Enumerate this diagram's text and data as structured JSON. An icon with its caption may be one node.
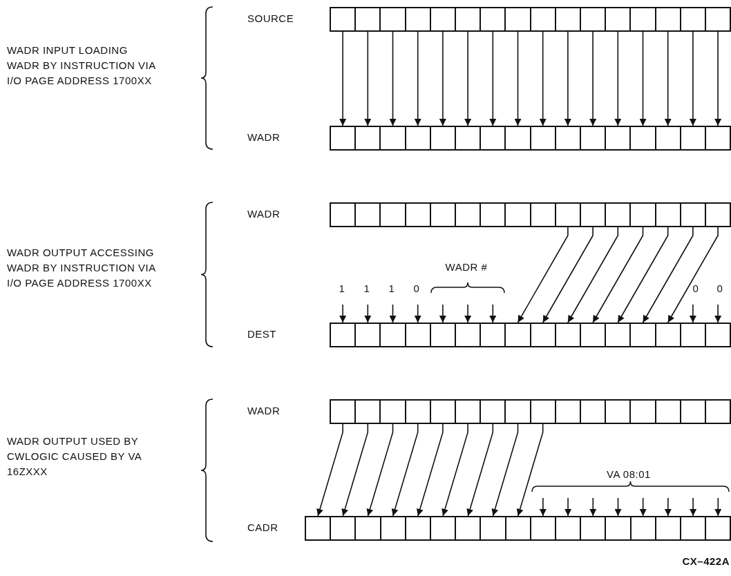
{
  "diagram": {
    "nodes": [
      {
        "text": [
          "SOURCE"
        ]
      },
      {
        "text": [],
        "shape": "box",
        "in": 0
      },
      {
        "text": [],
        "shape": "box",
        "in": 0
      },
      {
        "text": [],
        "shape": "box",
        "in": 0
      },
      {
        "text": [],
        "shape": "box",
        "in": 0
      },
      {
        "text": [],
        "shape": "box",
        "in": 0
      },
      {
        "text": [],
        "shape": "box",
        "in": 0
      },
      {
        "text": [],
        "shape": "box",
        "in": 0
      },
      {
        "text": [],
        "shape": "box",
        "in": 0
      },
      {
        "text": [],
        "shape": "box",
        "in": 0
      },
      {
        "text": [],
        "shape": "box",
        "in": 0
      },
      {
        "text": [],
        "shape": "box",
        "in": 0
      },
      {
        "text": [],
        "shape": "box",
        "in": 0
      },
      {
        "text": [],
        "shape": "box",
        "in": 0
      },
      {
        "text": [],
        "shape": "box",
        "in": 0
      },
      {
        "text": [],
        "shape": "box",
        "in": 0
      },
      {
        "text": [],
        "shape": "box",
        "in": 0
      },
      {
        "text": [
          "WADR"
        ]
      },
      {
        "text": [],
        "shape": "box",
        "in": 17
      },
      {
        "text": [],
        "shape": "box",
        "in": 17
      },
      {
        "text": [],
        "shape": "box",
        "in": 17
      },
      {
        "text": [],
        "shape": "box",
        "in": 17
      },
      {
        "text": [],
        "shape": "box",
        "in": 17
      },
      {
        "text": [],
        "shape": "box",
        "in": 17
      },
      {
        "text": [],
        "shape": "box",
        "in": 17
      },
      {
        "text": [],
        "shape": "box",
        "in": 17
      },
      {
        "text": [],
        "shape": "box",
        "in": 17
      },
      {
        "text": [],
        "shape": "box",
        "in": 17
      },
      {
        "text": [],
        "shape": "box",
        "in": 17
      },
      {
        "text": [],
        "shape": "box",
        "in": 17
      },
      {
        "text": [],
        "shape": "box",
        "in": 17
      },
      {
        "text": [],
        "shape": "box",
        "in": 17
      },
      {
        "text": [],
        "shape": "box",
        "in": 17
      },
      {
        "text": [],
        "shape": "box",
        "in": 17
      },
      {
        "text": [
          "WADR"
        ]
      },
      {
        "text": [],
        "shape": "box",
        "in": 34
      },
      {
        "text": [],
        "shape": "box",
        "in": 34
      },
      {
        "text": [],
        "shape": "box",
        "in": 34
      },
      {
        "text": [],
        "shape": "box",
        "in": 34
      },
      {
        "text": [],
        "shape": "box",
        "in": 34
      },
      {
        "text": [],
        "shape": "box",
        "in": 34
      },
      {
        "text": [],
        "shape": "box",
        "in": 34
      },
      {
        "text": [],
        "shape": "box",
        "in": 34
      },
      {
        "text": [],
        "shape": "box",
        "in": 34
      },
      {
        "text": [],
        "shape": "box",
        "in": 34
      },
      {
        "text": [],
        "shape": "box",
        "in": 34
      },
      {
        "text": [],
        "shape": "box",
        "in": 34
      },
      {
        "text": [],
        "shape": "box",
        "in": 34
      },
      {
        "text": [],
        "shape": "box",
        "in": 34
      },
      {
        "text": [],
        "shape": "box",
        "in": 34
      },
      {
        "text": [],
        "shape": "box",
        "in": 34
      },
      {
        "text": [
          "DEST"
        ]
      },
      {
        "text": [],
        "shape": "box",
        "in": 51
      },
      {
        "text": [],
        "shape": "box",
        "in": 51
      },
      {
        "text": [],
        "shape": "box",
        "in": 51
      },
      {
        "text": [],
        "shape": "box",
        "in": 51
      },
      {
        "text": [],
        "shape": "box",
        "in": 51
      },
      {
        "text": [],
        "shape": "box",
        "in": 51
      },
      {
        "text": [],
        "shape": "box",
        "in": 51
      },
      {
        "text": [],
        "shape": "box",
        "in": 51
      },
      {
        "text": [],
        "shape": "box",
        "in": 51
      },
      {
        "text": [],
        "shape": "box",
        "in": 51
      },
      {
        "text": [],
        "shape": "box",
        "in": 51
      },
      {
        "text": [],
        "shape": "box",
        "in": 51
      },
      {
        "text": [],
        "shape": "box",
        "in": 51
      },
      {
        "text": [],
        "shape": "box",
        "in": 51
      },
      {
        "text": [],
        "shape": "box",
        "in": 51
      },
      {
        "text": [],
        "shape": "box",
        "in": 51
      },
      {
        "text": [
          "WADR"
        ]
      },
      {
        "text": [],
        "shape": "box",
        "in": 68
      },
      {
        "text": [],
        "shape": "box",
        "in": 68
      },
      {
        "text": [],
        "shape": "box",
        "in": 68
      },
      {
        "text": [],
        "shape": "box",
        "in": 68
      },
      {
        "text": [],
        "shape": "box",
        "in": 68
      },
      {
        "text": [],
        "shape": "box",
        "in": 68
      },
      {
        "text": [],
        "shape": "box",
        "in": 68
      },
      {
        "text": [],
        "shape": "box",
        "in": 68
      },
      {
        "text": [],
        "shape": "box",
        "in": 68
      },
      {
        "text": [],
        "shape": "box",
        "in": 68
      },
      {
        "text": [],
        "shape": "box",
        "in": 68
      },
      {
        "text": [],
        "shape": "box",
        "in": 68
      },
      {
        "text": [],
        "shape": "box",
        "in": 68
      },
      {
        "text": [],
        "shape": "box",
        "in": 68
      },
      {
        "text": [],
        "shape": "box",
        "in": 68
      },
      {
        "text": [],
        "shape": "box",
        "in": 68
      },
      {
        "text": [
          "CADR"
        ]
      },
      {
        "text": [],
        "shape": "box",
        "in": 85
      },
      {
        "text": [],
        "shape": "box",
        "in": 85
      },
      {
        "text": [],
        "shape": "box",
        "in": 85
      },
      {
        "text": [],
        "shape": "box",
        "in": 85
      },
      {
        "text": [],
        "shape": "box",
        "in": 85
      },
      {
        "text": [],
        "shape": "box",
        "in": 85
      },
      {
        "text": [],
        "shape": "box",
        "in": 85
      },
      {
        "text": [],
        "shape": "box",
        "in": 85
      },
      {
        "text": [],
        "shape": "box",
        "in": 85
      },
      {
        "text": [],
        "shape": "box",
        "in": 85
      },
      {
        "text": [],
        "shape": "box",
        "in": 85
      },
      {
        "text": [],
        "shape": "box",
        "in": 85
      },
      {
        "text": [],
        "shape": "box",
        "in": 85
      },
      {
        "text": [],
        "shape": "box",
        "in": 85
      },
      {
        "text": [],
        "shape": "box",
        "in": 85
      },
      {
        "text": [],
        "shape": "box",
        "in": 85
      },
      {
        "text": [],
        "shape": "box",
        "in": 85
      }
    ],
    "edges": [
      {
        "from": 1,
        "to": 18,
        "arrow": "to"
      },
      {
        "from": 2,
        "to": 19,
        "arrow": "to"
      },
      {
        "from": 3,
        "to": 20,
        "arrow": "to"
      },
      {
        "from": 4,
        "to": 21,
        "arrow": "to"
      },
      {
        "from": 5,
        "to": 22,
        "arrow": "to"
      },
      {
        "from": 6,
        "to": 23,
        "arrow": "to"
      },
      {
        "from": 7,
        "to": 24,
        "arrow": "to"
      },
      {
        "from": 8,
        "to": 25,
        "arrow": "to"
      },
      {
        "from": 9,
        "to": 26,
        "arrow": "to"
      },
      {
        "from": 10,
        "to": 27,
        "arrow": "to"
      },
      {
        "from": 11,
        "to": 28,
        "arrow": "to"
      },
      {
        "from": 12,
        "to": 29,
        "arrow": "to"
      },
      {
        "from": 13,
        "to": 30,
        "arrow": "to"
      },
      {
        "from": 14,
        "to": 31,
        "arrow": "to"
      },
      {
        "from": 15,
        "to": 32,
        "arrow": "to"
      },
      {
        "from": 16,
        "to": 33,
        "arrow": "to"
      },
      {
        "from": null,
        "to": 52,
        "arrow": "to"
      },
      {
        "from": null,
        "to": 53,
        "arrow": "to"
      },
      {
        "from": null,
        "to": 54,
        "arrow": "to"
      },
      {
        "from": null,
        "to": 55,
        "arrow": "to"
      },
      {
        "from": null,
        "to": 56,
        "arrow": "to"
      },
      {
        "from": null,
        "to": 57,
        "arrow": "to"
      },
      {
        "from": null,
        "to": 58,
        "arrow": "to"
      },
      {
        "from": 44,
        "to": 59,
        "arrow": "to"
      },
      {
        "from": 45,
        "to": 60,
        "arrow": "to"
      },
      {
        "from": 46,
        "to": 61,
        "arrow": "to"
      },
      {
        "from": 47,
        "to": 62,
        "arrow": "to"
      },
      {
        "from": 48,
        "to": 63,
        "arrow": "to"
      },
      {
        "from": 49,
        "to": 64,
        "arrow": "to"
      },
      {
        "from": 50,
        "to": 65,
        "arrow": "to"
      },
      {
        "from": null,
        "to": 66,
        "arrow": "to"
      },
      {
        "from": null,
        "to": 67,
        "arrow": "to"
      },
      {
        "from": 69,
        "to": 86,
        "arrow": "to"
      },
      {
        "from": 70,
        "to": 87,
        "arrow": "to"
      },
      {
        "from": 71,
        "to": 88,
        "arrow": "to"
      },
      {
        "from": 72,
        "to": 89,
        "arrow": "to"
      },
      {
        "from": 73,
        "to": 90,
        "arrow": "to"
      },
      {
        "from": 74,
        "to": 91,
        "arrow": "to"
      },
      {
        "from": 75,
        "to": 92,
        "arrow": "to"
      },
      {
        "from": 76,
        "to": 93,
        "arrow": "to"
      },
      {
        "from": 77,
        "to": 94,
        "arrow": "to"
      },
      {
        "from": null,
        "to": 95,
        "arrow": "to"
      },
      {
        "from": null,
        "to": 96,
        "arrow": "to"
      },
      {
        "from": null,
        "to": 97,
        "arrow": "to"
      },
      {
        "from": null,
        "to": 98,
        "arrow": "to"
      },
      {
        "from": null,
        "to": 99,
        "arrow": "to"
      },
      {
        "from": null,
        "to": 100,
        "arrow": "to"
      },
      {
        "from": null,
        "to": 101,
        "arrow": "to"
      },
      {
        "from": null,
        "to": 102,
        "arrow": "to"
      }
    ],
    "labels": [
      "WADR INPUT LOADING WADR BY INSTRUCTION VIA I/O PAGE ADDRESS 1700XX",
      "WADR OUTPUT ACCESSING WADR BY INSTRUCTION VIA I/O PAGE ADDRESS 1700XX",
      "WADR #",
      "1",
      "1",
      "1",
      "0",
      "0",
      "0",
      "WADR OUTPUT USED BY CWLOGIC CAUSED BY VA 16ZXXX",
      "VA 08:01",
      "CX–422A"
    ]
  }
}
